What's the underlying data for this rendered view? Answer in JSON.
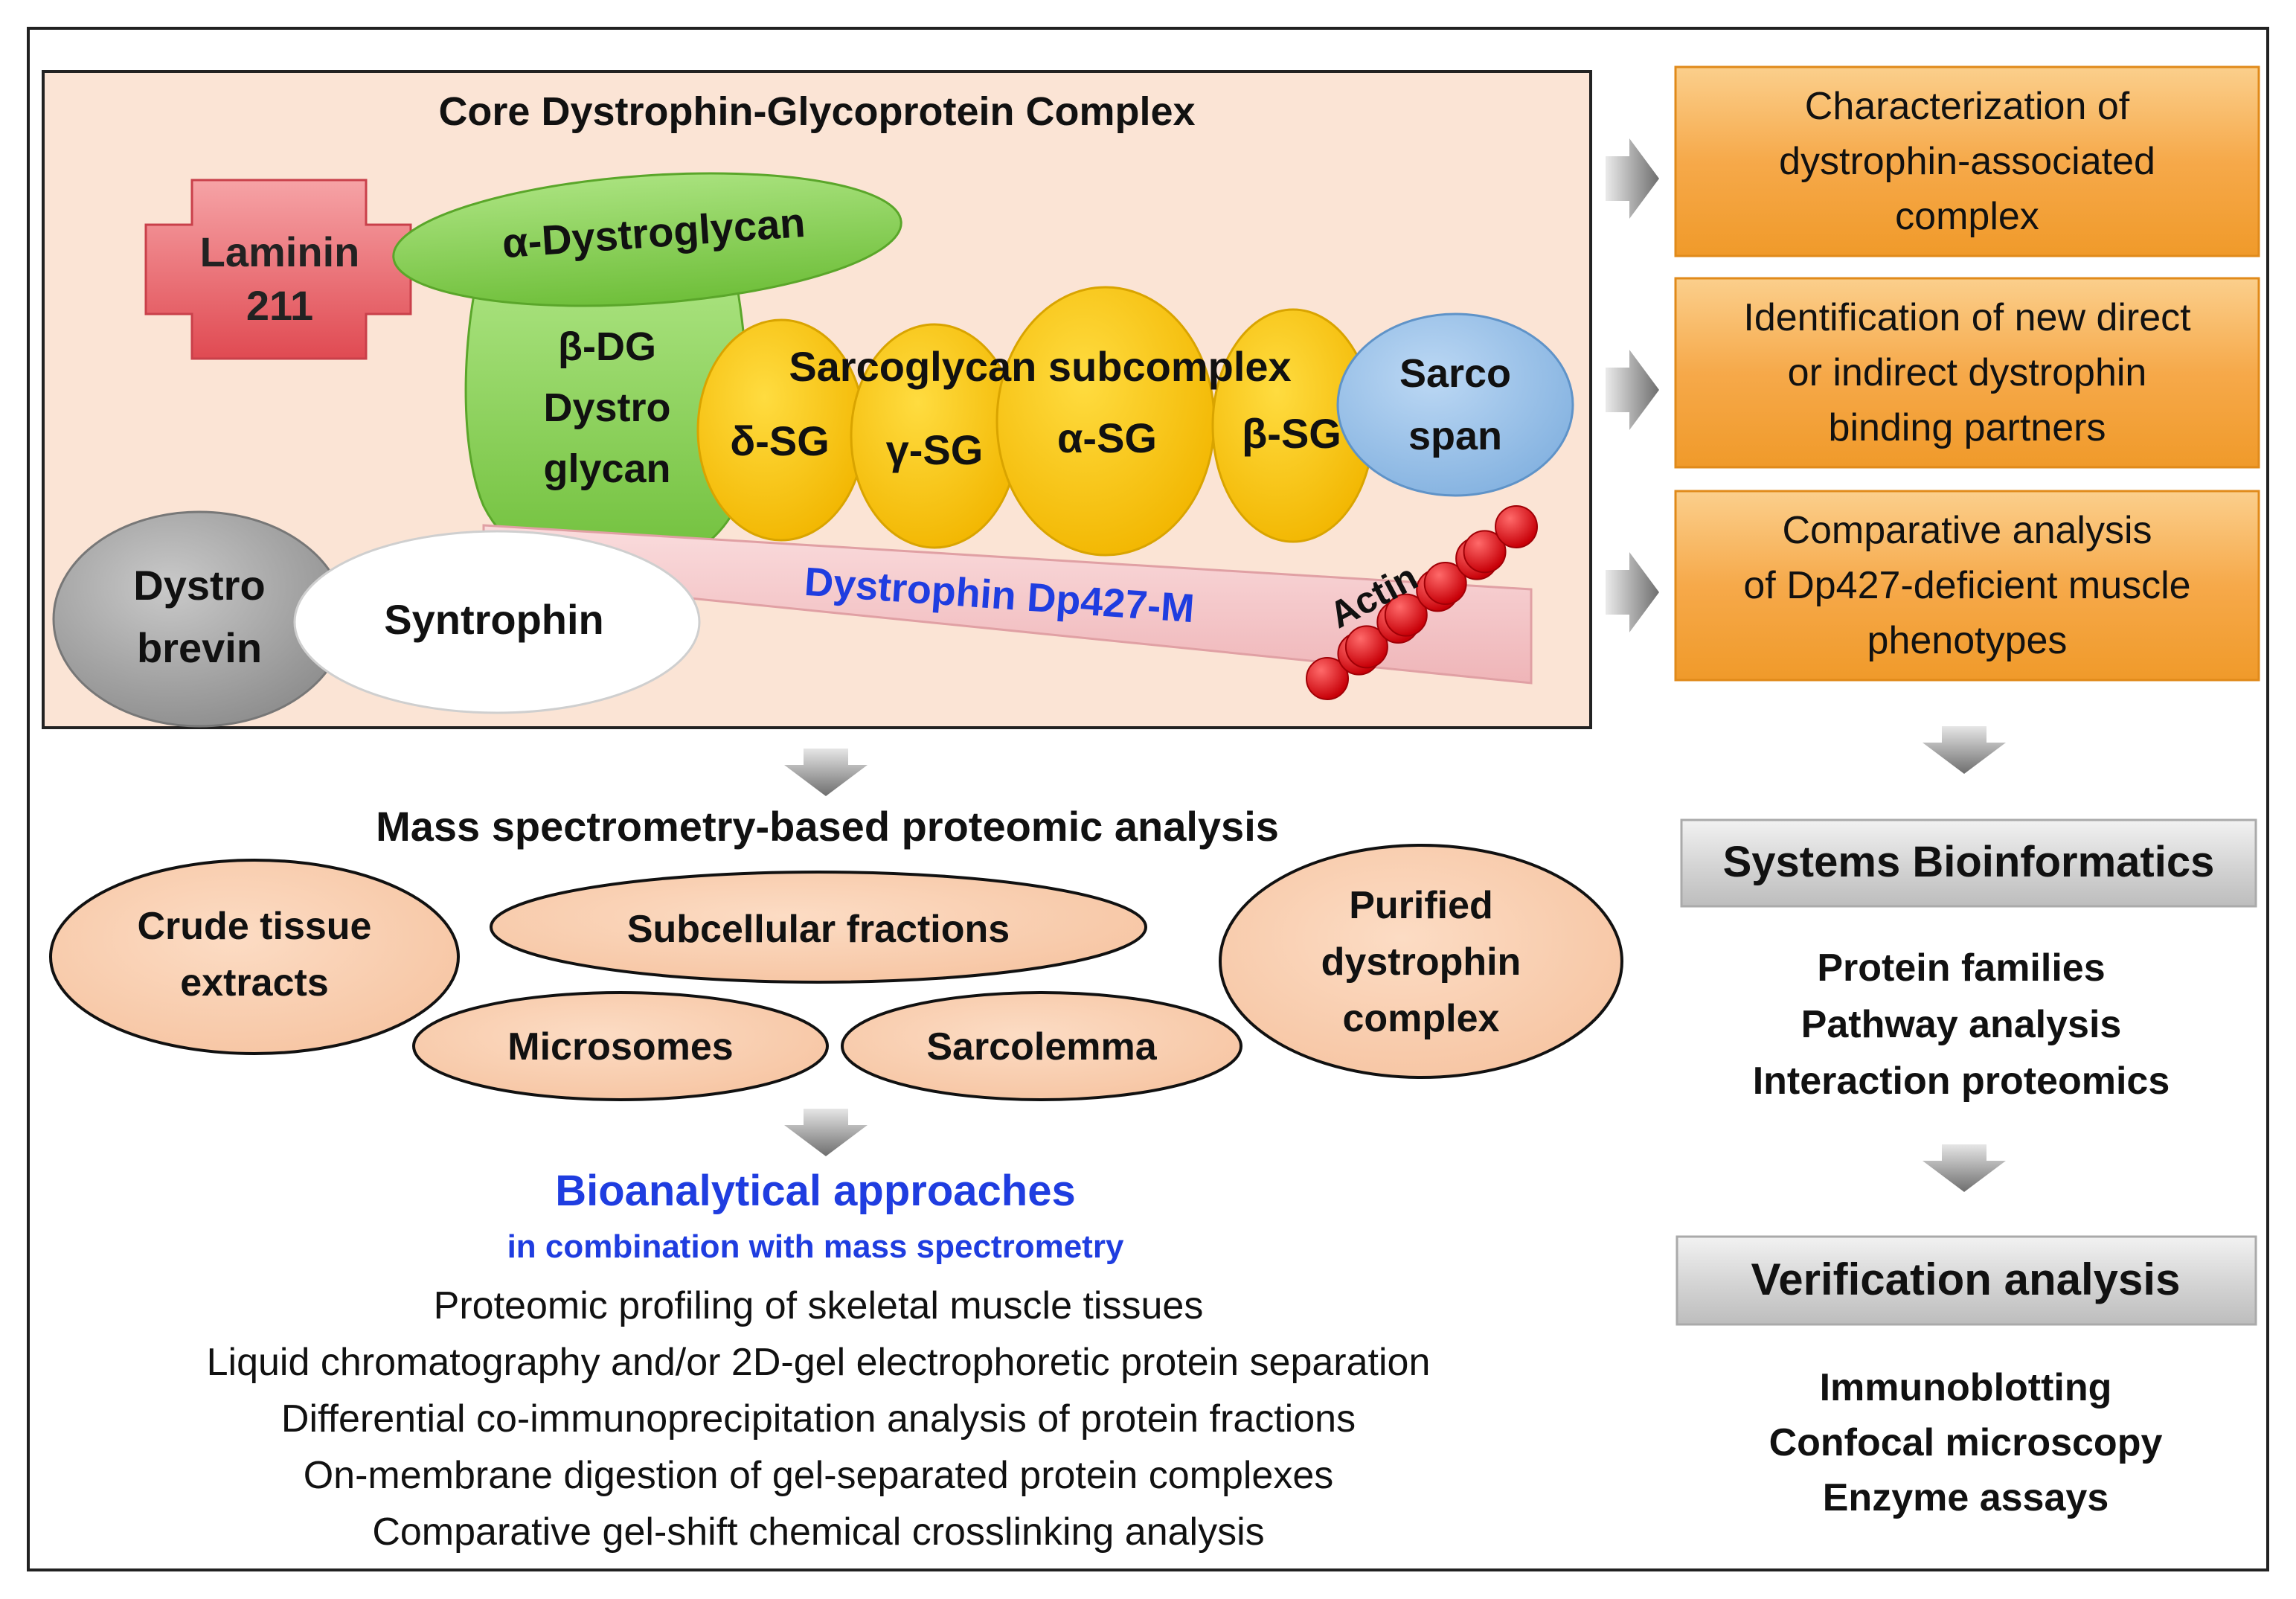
{
  "complex": {
    "title": "Core Dystrophin-Glycoprotein Complex",
    "laminin": [
      "Laminin",
      "211"
    ],
    "alpha_dg": "α-Dystroglycan",
    "beta_dg": [
      "β-DG",
      "Dystro",
      "glycan"
    ],
    "sarcoglycan_title": "Sarcoglycan subcomplex",
    "delta_sg": "δ-SG",
    "gamma_sg": "γ-SG",
    "alpha_sg": "α-SG",
    "beta_sg": "β-SG",
    "sarcospan": [
      "Sarco",
      "span"
    ],
    "dystrobrevin": [
      "Dystro",
      "brevin"
    ],
    "syntrophin": "Syntrophin",
    "dystrophin": "Dystrophin Dp427-M",
    "actin": "Actin"
  },
  "right_boxes": [
    [
      "Characterization of",
      "dystrophin-associated",
      "complex"
    ],
    [
      "Identification of new direct",
      "or indirect dystrophin",
      "binding partners"
    ],
    [
      "Comparative analysis",
      "of Dp427-deficient muscle",
      "phenotypes"
    ]
  ],
  "ms": {
    "title": "Mass spectrometry-based proteomic analysis",
    "crude": [
      "Crude tissue",
      "extracts"
    ],
    "subcellular": "Subcellular fractions",
    "microsomes": "Microsomes",
    "sarcolemma": "Sarcolemma",
    "purified": [
      "Purified",
      "dystrophin",
      "complex"
    ]
  },
  "bio": {
    "title": "Bioanalytical approaches",
    "subtitle": "in combination with mass spectrometry",
    "lines": [
      "Proteomic profiling of skeletal muscle tissues",
      "Liquid chromatography and/or 2D-gel electrophoretic protein separation",
      "Differential co-immunoprecipitation analysis of protein fractions",
      "On-membrane digestion of gel-separated protein complexes",
      "Comparative gel-shift chemical crosslinking analysis"
    ]
  },
  "systems": {
    "title": "Systems Bioinformatics",
    "items": [
      "Protein families",
      "Pathway analysis",
      "Interaction proteomics"
    ]
  },
  "verification": {
    "title": "Verification analysis",
    "items": [
      "Immunoblotting",
      "Confocal microscopy",
      "Enzyme assays"
    ]
  },
  "colors": {
    "complex_bg": "#fbe4d5",
    "orange_box": "#f6a94a",
    "peach_ellipse": "#f9c9a6",
    "green": "#8dd35a",
    "yellow": "#fec800",
    "blue_sarcospan": "#9cc3e8",
    "pink_laminin": "#ee6f75",
    "dystrophin_bar": "#f6c9cb",
    "actin_red": "#e8141c",
    "title_blue": "#1f3de0",
    "gray_box": "#d4d4d4"
  }
}
